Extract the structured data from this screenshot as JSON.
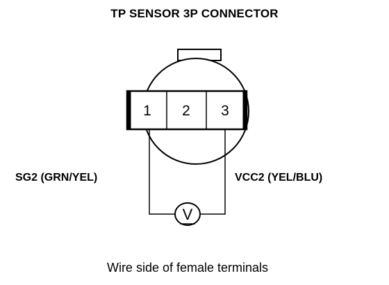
{
  "title": "TP SENSOR 3P CONNECTOR",
  "caption": "Wire side of female terminals",
  "connector": {
    "pins": [
      {
        "number": "1"
      },
      {
        "number": "2"
      },
      {
        "number": "3"
      }
    ]
  },
  "wires": {
    "left": "SG2 (GRN/YEL)",
    "right": "VCC2 (YEL/BLU)"
  },
  "meter": {
    "symbol": "V",
    "icon": "voltmeter-icon"
  }
}
